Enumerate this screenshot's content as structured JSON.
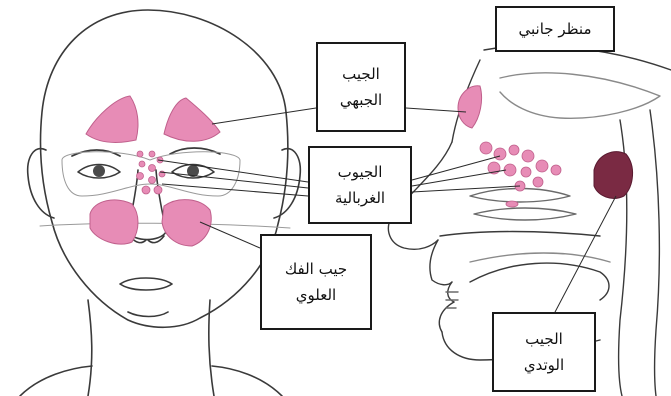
{
  "labels": {
    "lateral_view": {
      "text": "منظر جانبي"
    },
    "frontal_sinus": {
      "line1": "الجيب",
      "line2": "الجبهي"
    },
    "ethmoid_sinuses": {
      "line1": "الجيوب",
      "line2": "الغربالية"
    },
    "maxillary_sinus": {
      "line1": "جيب الفك",
      "line2": "العلوي"
    },
    "sphenoid_sinus": {
      "line1": "الجيب",
      "line2": "الوتدي"
    }
  },
  "colors": {
    "sinus_pink": "#e78cb6",
    "sinus_pink_dark": "#c0608c",
    "sphenoid_dark": "#7a2a43",
    "outline": "#3a3a3a",
    "label_border": "#1a1a1a"
  }
}
